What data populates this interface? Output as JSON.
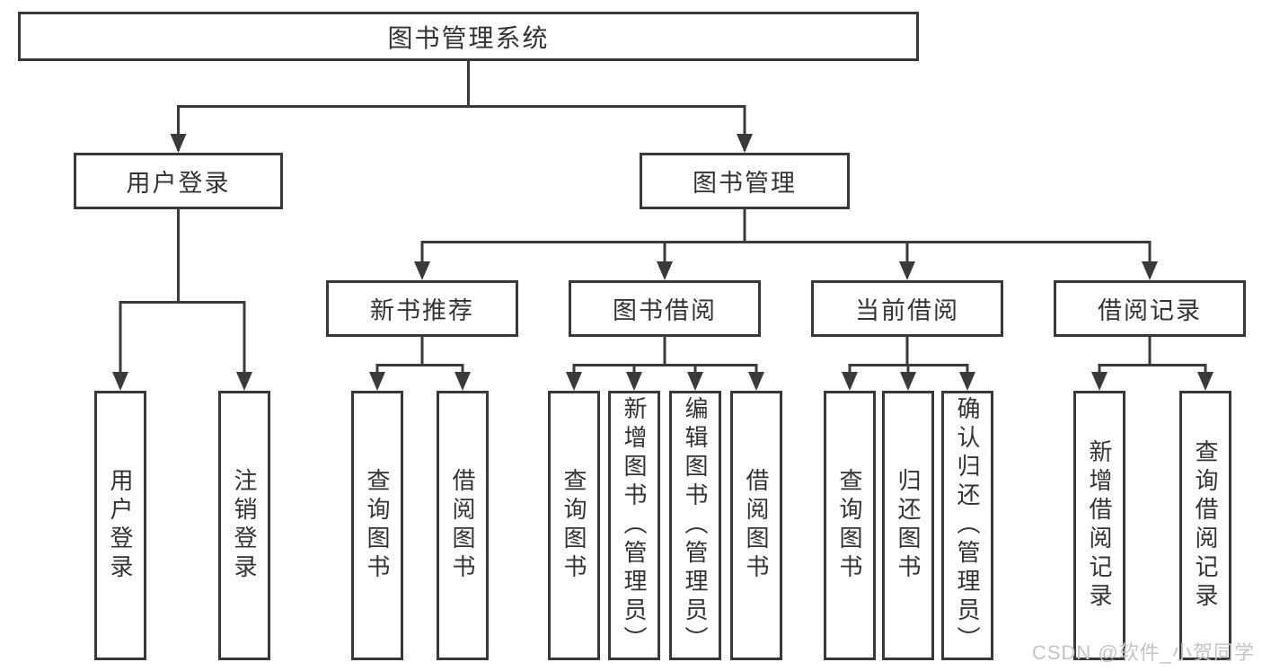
{
  "nodes": {
    "root": {
      "label": "图书管理系统"
    },
    "level2": [
      {
        "label": "用户登录"
      },
      {
        "label": "图书管理"
      }
    ],
    "level3": [
      {
        "label": "新书推荐"
      },
      {
        "label": "图书借阅"
      },
      {
        "label": "当前借阅"
      },
      {
        "label": "借阅记录"
      }
    ],
    "leaves": [
      {
        "label": "用户登录",
        "parent": "用户登录"
      },
      {
        "label": "注销登录",
        "parent": "用户登录"
      },
      {
        "label": "查询图书",
        "parent": "新书推荐"
      },
      {
        "label": "借阅图书",
        "parent": "新书推荐"
      },
      {
        "label": "查询图书",
        "parent": "图书借阅"
      },
      {
        "label": "新增图书（管理员）",
        "parent": "图书借阅"
      },
      {
        "label": "编辑图书（管理员）",
        "parent": "图书借阅"
      },
      {
        "label": "借阅图书",
        "parent": "图书借阅"
      },
      {
        "label": "查询图书",
        "parent": "当前借阅"
      },
      {
        "label": "归还图书",
        "parent": "当前借阅"
      },
      {
        "label": "确认归还（管理员）",
        "parent": "当前借阅"
      },
      {
        "label": "新增借阅记录",
        "parent": "借阅记录"
      },
      {
        "label": "查询借阅记录",
        "parent": "借阅记录"
      }
    ]
  },
  "watermark": {
    "text": "CSDN @软件_小贺同学"
  },
  "colors": {
    "line": "#3a3a3a",
    "box_border": "#383838",
    "text": "#333333",
    "background": "#ffffff",
    "watermark": "#c4c4c4"
  }
}
